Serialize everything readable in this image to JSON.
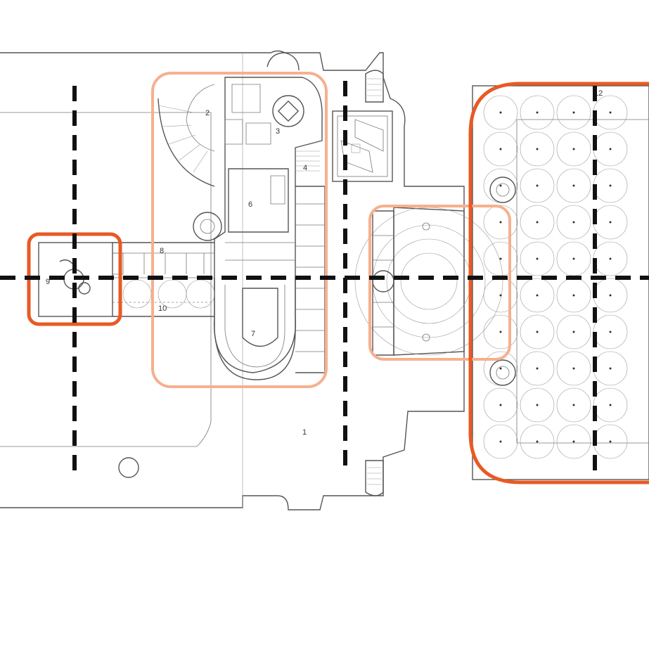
{
  "plan": {
    "labels": [
      {
        "id": "1",
        "text": "1"
      },
      {
        "id": "2",
        "text": "2"
      },
      {
        "id": "3",
        "text": "3"
      },
      {
        "id": "4",
        "text": "4"
      },
      {
        "id": "6",
        "text": "6"
      },
      {
        "id": "7",
        "text": "7"
      },
      {
        "id": "8",
        "text": "8"
      },
      {
        "id": "9",
        "text": "9"
      },
      {
        "id": "10",
        "text": "10"
      },
      {
        "id": "12",
        "text": "12"
      }
    ]
  },
  "colors": {
    "highlight_dark": "#e85a24",
    "highlight_light": "#f5b08f",
    "axis": "#111111",
    "line": "#555555",
    "paper": "#ffffff"
  }
}
